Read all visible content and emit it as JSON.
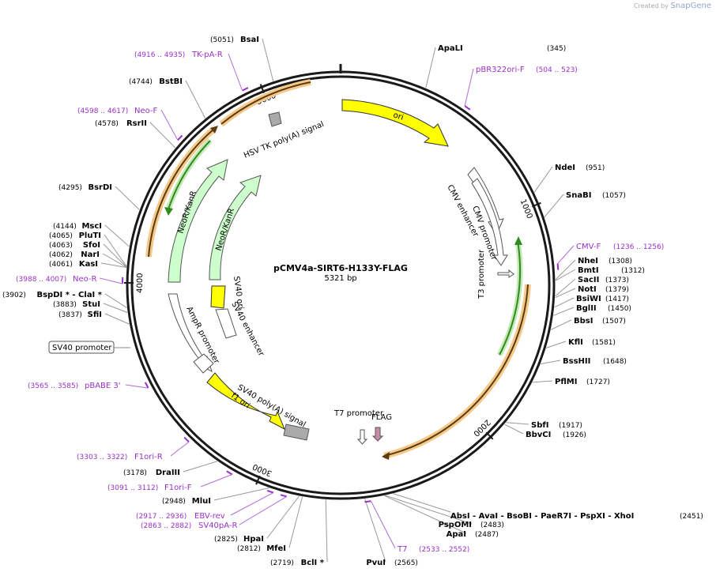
{
  "brand": {
    "created_by": "Created by",
    "product": "SnapGene"
  },
  "plasmid": {
    "name": "pCMV4a-SIRT6-H133Y-FLAG",
    "size": "5321 bp",
    "length": 5321
  },
  "colors": {
    "backbone": "#1a1a1a",
    "enzyme": "#000000",
    "primer": "#9b30c8",
    "ori": "#ffff00",
    "neo": "#ccffcc",
    "orange": "#f5a623",
    "green": "#2e8b1e",
    "gray": "#aaaaaa",
    "flag": "#c98aa8"
  },
  "ticks": [
    {
      "label": "1000",
      "pos": 1000
    },
    {
      "label": "2000",
      "pos": 2000
    },
    {
      "label": "3000",
      "pos": 3000
    },
    {
      "label": "4000",
      "pos": 4000
    },
    {
      "label": "5000",
      "pos": 5000
    }
  ],
  "right_sites": [
    {
      "name": "ApaLI",
      "coord": "(345)"
    },
    {
      "name": "NdeI",
      "coord": "(951)"
    },
    {
      "name": "SnaBI",
      "coord": "(1057)"
    },
    {
      "name": "NheI",
      "coord": "(1308)"
    },
    {
      "name": "BmtI",
      "coord": "(1312)"
    },
    {
      "name": "SacII",
      "coord": "(1373)"
    },
    {
      "name": "NotI",
      "coord": "(1379)"
    },
    {
      "name": "BsiWI",
      "coord": "(1417)"
    },
    {
      "name": "BglII",
      "coord": "(1450)"
    },
    {
      "name": "BbsI",
      "coord": "(1507)"
    },
    {
      "name": "KflI",
      "coord": "(1581)"
    },
    {
      "name": "BssHII",
      "coord": "(1648)"
    },
    {
      "name": "PflMI",
      "coord": "(1727)"
    },
    {
      "name": "SbfI",
      "coord": "(1917)"
    },
    {
      "name": "BbvCI",
      "coord": "(1926)"
    }
  ],
  "left_sites": [
    {
      "name": "BsaI",
      "coord": "(5051)"
    },
    {
      "name": "BstBI",
      "coord": "(4744)"
    },
    {
      "name": "RsrII",
      "coord": "(4578)"
    },
    {
      "name": "BsrDI",
      "coord": "(4295)"
    },
    {
      "name": "MscI",
      "coord": "(4144)"
    },
    {
      "name": "PluTI",
      "coord": "(4065)"
    },
    {
      "name": "SfoI",
      "coord": "(4063)"
    },
    {
      "name": "NarI",
      "coord": "(4062)"
    },
    {
      "name": "KasI",
      "coord": "(4061)"
    },
    {
      "name": "BspDI * - ClaI *",
      "coord": "(3902)"
    },
    {
      "name": "StuI",
      "coord": "(3883)"
    },
    {
      "name": "SfiI",
      "coord": "(3837)"
    },
    {
      "name": "DraIII",
      "coord": "(3178)"
    },
    {
      "name": "MluI",
      "coord": "(2948)"
    },
    {
      "name": "HpaI",
      "coord": "(2825)"
    },
    {
      "name": "MfeI",
      "coord": "(2812)"
    },
    {
      "name": "BclI *",
      "coord": "(2719)"
    },
    {
      "name": "PvuI",
      "coord": "(2565)"
    },
    {
      "name": "ApaI",
      "coord": "(2487)"
    },
    {
      "name": "PspOMI",
      "coord": "(2483)"
    }
  ],
  "bottom_site": {
    "name": "AbsI - AvaI - BsoBI - PaeR7I - PspXI - XhoI",
    "coord": "(2451)"
  },
  "primers": [
    {
      "name": "TK-pA-R",
      "coord": "(4916 .. 4935)"
    },
    {
      "name": "pBR322ori-F",
      "coord": "(504 .. 523)"
    },
    {
      "name": "Neo-F",
      "coord": "(4598 .. 4617)"
    },
    {
      "name": "CMV-F",
      "coord": "(1236 .. 1256)"
    },
    {
      "name": "Neo-R",
      "coord": "(3988 .. 4007)"
    },
    {
      "name": "pBABE 3'",
      "coord": "(3565 .. 3585)"
    },
    {
      "name": "F1ori-R",
      "coord": "(3303 .. 3322)"
    },
    {
      "name": "F1ori-F",
      "coord": "(3091 .. 3112)"
    },
    {
      "name": "EBV-rev",
      "coord": "(2917 .. 2936)"
    },
    {
      "name": "SV40pA-R",
      "coord": "(2863 .. 2882)"
    },
    {
      "name": "T7",
      "coord": "(2533 .. 2552)"
    }
  ],
  "features": {
    "ori": "ori",
    "cmv_enhancer": "CMV enhancer",
    "cmv_promoter": "CMV promoter",
    "t3_promoter": "T3 promoter",
    "t7_promoter": "T7 promoter",
    "flag": "FLAG",
    "hsv": "HSV TK poly(A) signal",
    "neo_outer": "NeoR/KanR",
    "neo_inner": "NeoR/KanR",
    "sv40_ori": "SV40 ori",
    "sv40_enhancer": "SV40 enhancer",
    "ampr_promoter": "AmpR promoter",
    "sv40_polya": "SV40 poly(A) signal",
    "f1_ori": "f1 ori",
    "sv40_promoter_box": "SV40 promoter"
  }
}
